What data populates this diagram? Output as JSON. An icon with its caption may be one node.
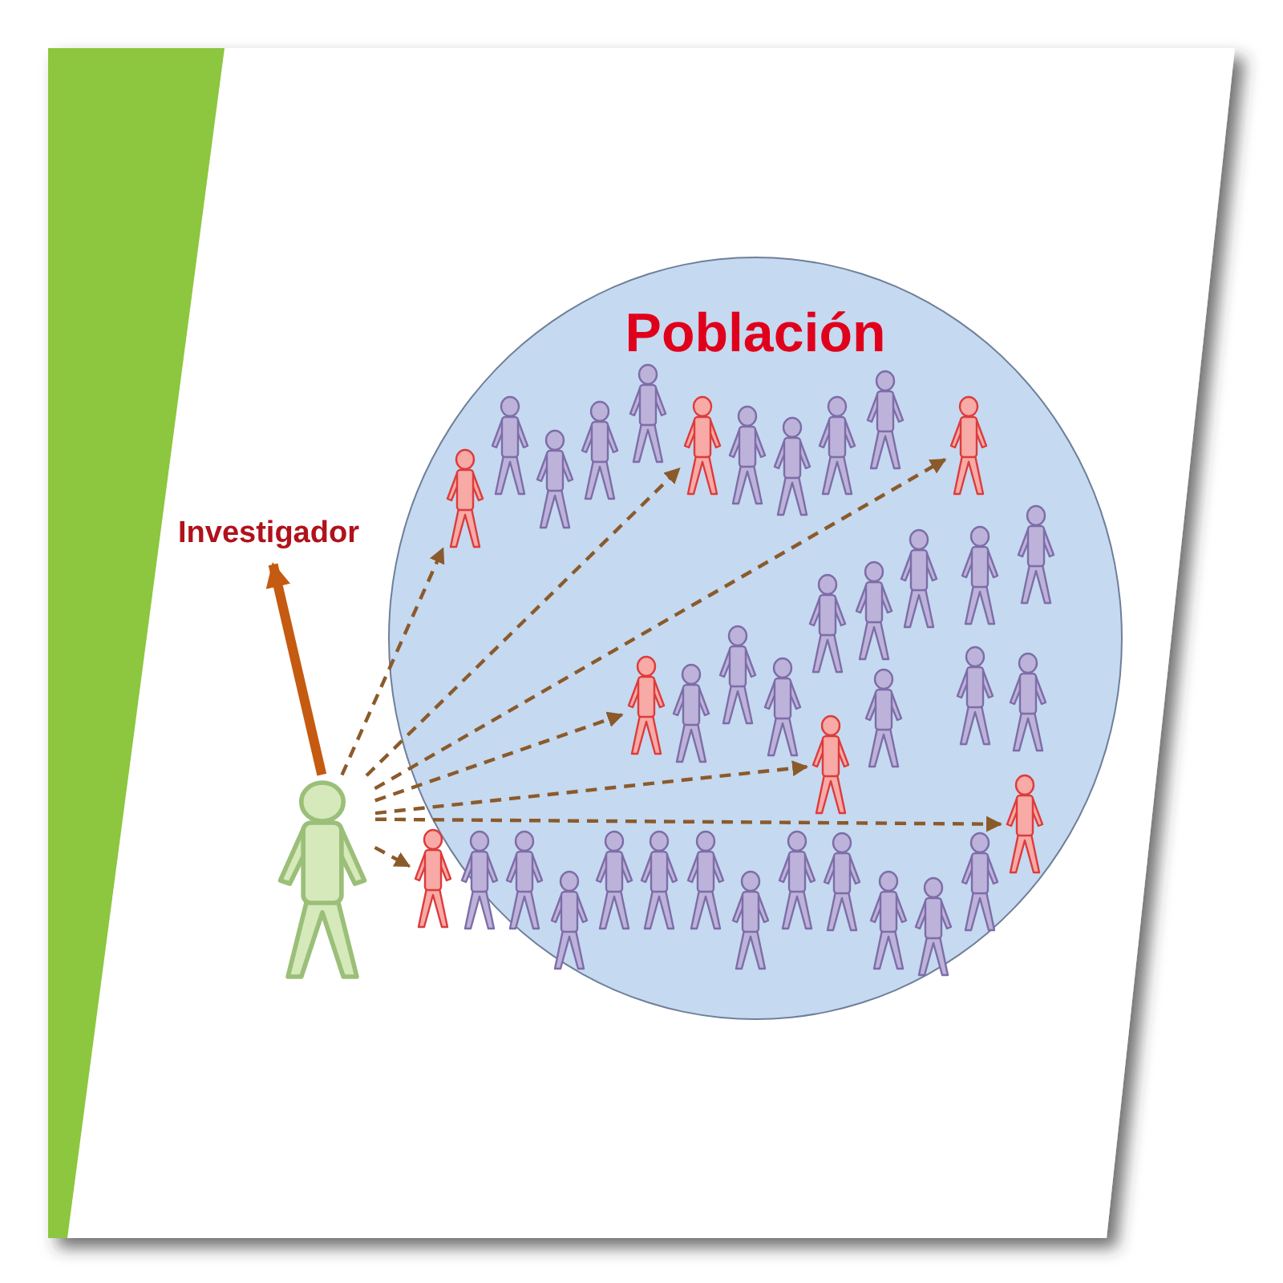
{
  "diagram": {
    "nodes": [
      {
        "text": [
          "Población"
        ]
      },
      {
        "text": [
          "Investigador"
        ]
      },
      {
        "text": [],
        "shape": "person"
      },
      {
        "text": [],
        "shape": "person",
        "in": 0
      },
      {
        "text": [],
        "shape": "person",
        "in": 0
      },
      {
        "text": [],
        "shape": "person",
        "in": 0
      },
      {
        "text": [],
        "shape": "person",
        "in": 0
      },
      {
        "text": [],
        "shape": "person",
        "in": 0
      },
      {
        "text": [],
        "shape": "person",
        "in": 0
      },
      {
        "text": [],
        "shape": "person",
        "in": 0
      },
      {
        "text": [],
        "shape": "person",
        "in": 0
      },
      {
        "text": [],
        "shape": "person",
        "in": 0
      },
      {
        "text": [],
        "shape": "person",
        "in": 0
      },
      {
        "text": [],
        "shape": "person",
        "in": 0
      },
      {
        "text": [],
        "shape": "person",
        "in": 0
      },
      {
        "text": [],
        "shape": "person",
        "in": 0
      },
      {
        "text": [],
        "shape": "person",
        "in": 0
      },
      {
        "text": [],
        "shape": "person",
        "in": 0
      },
      {
        "text": [],
        "shape": "person",
        "in": 0
      },
      {
        "text": [],
        "shape": "person",
        "in": 0
      },
      {
        "text": [],
        "shape": "person",
        "in": 0
      },
      {
        "text": [],
        "shape": "person",
        "in": 0
      },
      {
        "text": [],
        "shape": "person",
        "in": 0
      },
      {
        "text": [],
        "shape": "person",
        "in": 0
      },
      {
        "text": [],
        "shape": "person",
        "in": 0
      },
      {
        "text": [],
        "shape": "person",
        "in": 0
      },
      {
        "text": [],
        "shape": "person",
        "in": 0
      },
      {
        "text": [],
        "shape": "person",
        "in": 0
      },
      {
        "text": [],
        "shape": "person",
        "in": 0
      },
      {
        "text": [],
        "shape": "person",
        "in": 0
      },
      {
        "text": [],
        "shape": "person",
        "in": 0
      },
      {
        "text": [],
        "shape": "person",
        "in": 0
      },
      {
        "text": [],
        "shape": "person",
        "in": 0
      },
      {
        "text": [],
        "shape": "person",
        "in": 0
      },
      {
        "text": [],
        "shape": "person",
        "in": 0
      },
      {
        "text": [],
        "shape": "person",
        "in": 0
      },
      {
        "text": [],
        "shape": "person",
        "in": 0
      },
      {
        "text": [],
        "shape": "person",
        "in": 0
      },
      {
        "text": [],
        "shape": "person",
        "in": 0
      },
      {
        "text": [],
        "shape": "person",
        "in": 0
      },
      {
        "text": [],
        "shape": "person",
        "in": 0
      }
    ],
    "edges": [
      {
        "from": 2,
        "to": 1,
        "arrow": "to",
        "style": "thick",
        "color": "#c55a11"
      },
      {
        "from": 2,
        "to": 9,
        "arrow": "to",
        "style": "dashed"
      },
      {
        "from": 2,
        "to": 4,
        "arrow": "to",
        "style": "dashed"
      },
      {
        "from": 2,
        "to": 8,
        "arrow": "to",
        "style": "dashed"
      },
      {
        "from": 2,
        "to": 23,
        "arrow": "to",
        "style": "dashed"
      },
      {
        "from": 2,
        "to": 28,
        "arrow": "to",
        "style": "dashed"
      },
      {
        "from": 2,
        "to": 34,
        "arrow": "to",
        "style": "dashed"
      },
      {
        "from": 2,
        "to": 36,
        "arrow": "to",
        "style": "dashed"
      }
    ]
  }
}
